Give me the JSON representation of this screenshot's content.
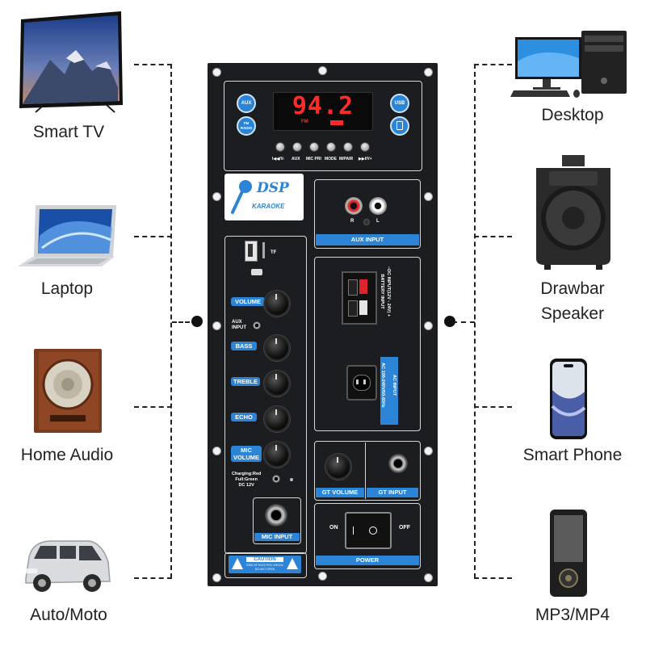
{
  "devices_left": [
    {
      "label": "Smart TV",
      "icon": "smart-tv-icon"
    },
    {
      "label": "Laptop",
      "icon": "laptop-icon"
    },
    {
      "label": "Home Audio",
      "icon": "home-audio-speaker-icon"
    },
    {
      "label": "Auto/Moto",
      "icon": "car-icon"
    }
  ],
  "devices_right": [
    {
      "label": "Desktop",
      "icon": "desktop-computer-icon"
    },
    {
      "label": "Drawbar\nSpeaker",
      "icon": "drawbar-speaker-icon"
    },
    {
      "label": "Smart Phone",
      "icon": "smartphone-icon"
    },
    {
      "label": "MP3/MP4",
      "icon": "mp3-player-icon"
    }
  ],
  "panel": {
    "display": {
      "frequency": "94.2",
      "fm": "FM"
    },
    "top_buttons": {
      "aux": "AUX",
      "fm_radio": "FM\nRADIO",
      "usb": "USB"
    },
    "tact_labels": [
      "I◀◀/V-",
      "AUX",
      "MIC PRI",
      "MODE",
      "M/PAIR",
      "▶▶I/V+"
    ],
    "dsp": {
      "title": "DSP",
      "subtitle": "KARAOKE"
    },
    "usb_tf": "TF",
    "left_controls": {
      "volume": "VOLUME",
      "aux_input": "AUX\nINPUT",
      "bass": "BASS",
      "treble": "TREBLE",
      "echo": "ECHO",
      "mic_volume": "MIC\nVOLUME",
      "charging": "Charging:Red\nFull:Green\nDC 12V",
      "mic_input": "MIC INPUT"
    },
    "aux_input": {
      "label": "AUX INPUT",
      "r": "R",
      "l": "L"
    },
    "dc_input": {
      "line1": "−DC INPUT(12V - 24V) +",
      "line2": "BATTERY INPUT"
    },
    "ac_input": {
      "line1": "AC INPUT",
      "line2": "AC 100-240V/50-60Hz"
    },
    "gt": {
      "volume": "GT VOLUME",
      "input": "GT INPUT"
    },
    "power": {
      "label": "POWER",
      "on": "ON",
      "off": "OFF"
    },
    "caution": {
      "title": "CAUTION",
      "text": "RISK OF ELECTRIC SHOCK\nDO NOT OPEN"
    }
  },
  "colors": {
    "panel": "#1c1d20",
    "accent_blue": "#2b84d6",
    "display_red": "#ff2a2a"
  }
}
